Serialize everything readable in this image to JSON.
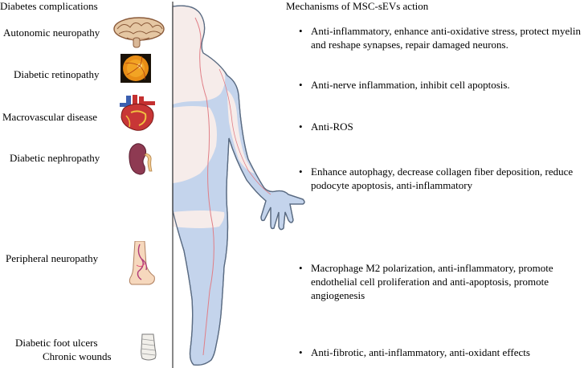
{
  "headers": {
    "left": "Diabetes complications",
    "right": "Mechanisms of MSC-sEVs action"
  },
  "complications": [
    {
      "label": "Autonomic neuropathy",
      "icon": "brain-icon"
    },
    {
      "label": "Diabetic retinopathy",
      "icon": "retina-icon"
    },
    {
      "label": "Macrovascular disease",
      "icon": "heart-icon"
    },
    {
      "label": "Diabetic nephropathy",
      "icon": "kidney-icon"
    },
    {
      "label": "Peripheral neuropathy",
      "icon": "ankle-nerve-icon"
    },
    {
      "label_line1": "Diabetic foot ulcers",
      "label_line2": "Chronic wounds",
      "icon": "bandaged-foot-icon"
    }
  ],
  "mechanisms": [
    {
      "bullet": "•",
      "text": "Anti-inflammatory, enhance anti-oxidative stress, protect myelin and reshape synapses, repair damaged neurons."
    },
    {
      "bullet": "•",
      "text": "Anti-nerve inflammation, inhibit cell apoptosis."
    },
    {
      "bullet": "•",
      "text": "Anti-ROS"
    },
    {
      "bullet": "•",
      "text": "Enhance autophagy, decrease collagen fiber deposition, reduce podocyte apoptosis, anti-inflammatory"
    },
    {
      "bullet": "•",
      "text": "Macrophage M2 polarization, anti-inflammatory, promote endothelial cell proliferation and anti-apoptosis, promote angiogenesis"
    },
    {
      "bullet": "•",
      "text": "Anti-fibrotic, anti-inflammatory, anti-oxidant effects"
    }
  ],
  "colors": {
    "body_fill": "#c4d4ec",
    "body_outline": "#5a6b82",
    "skin_fill": "#f6ecea",
    "nerve_line": "#e07e86"
  }
}
